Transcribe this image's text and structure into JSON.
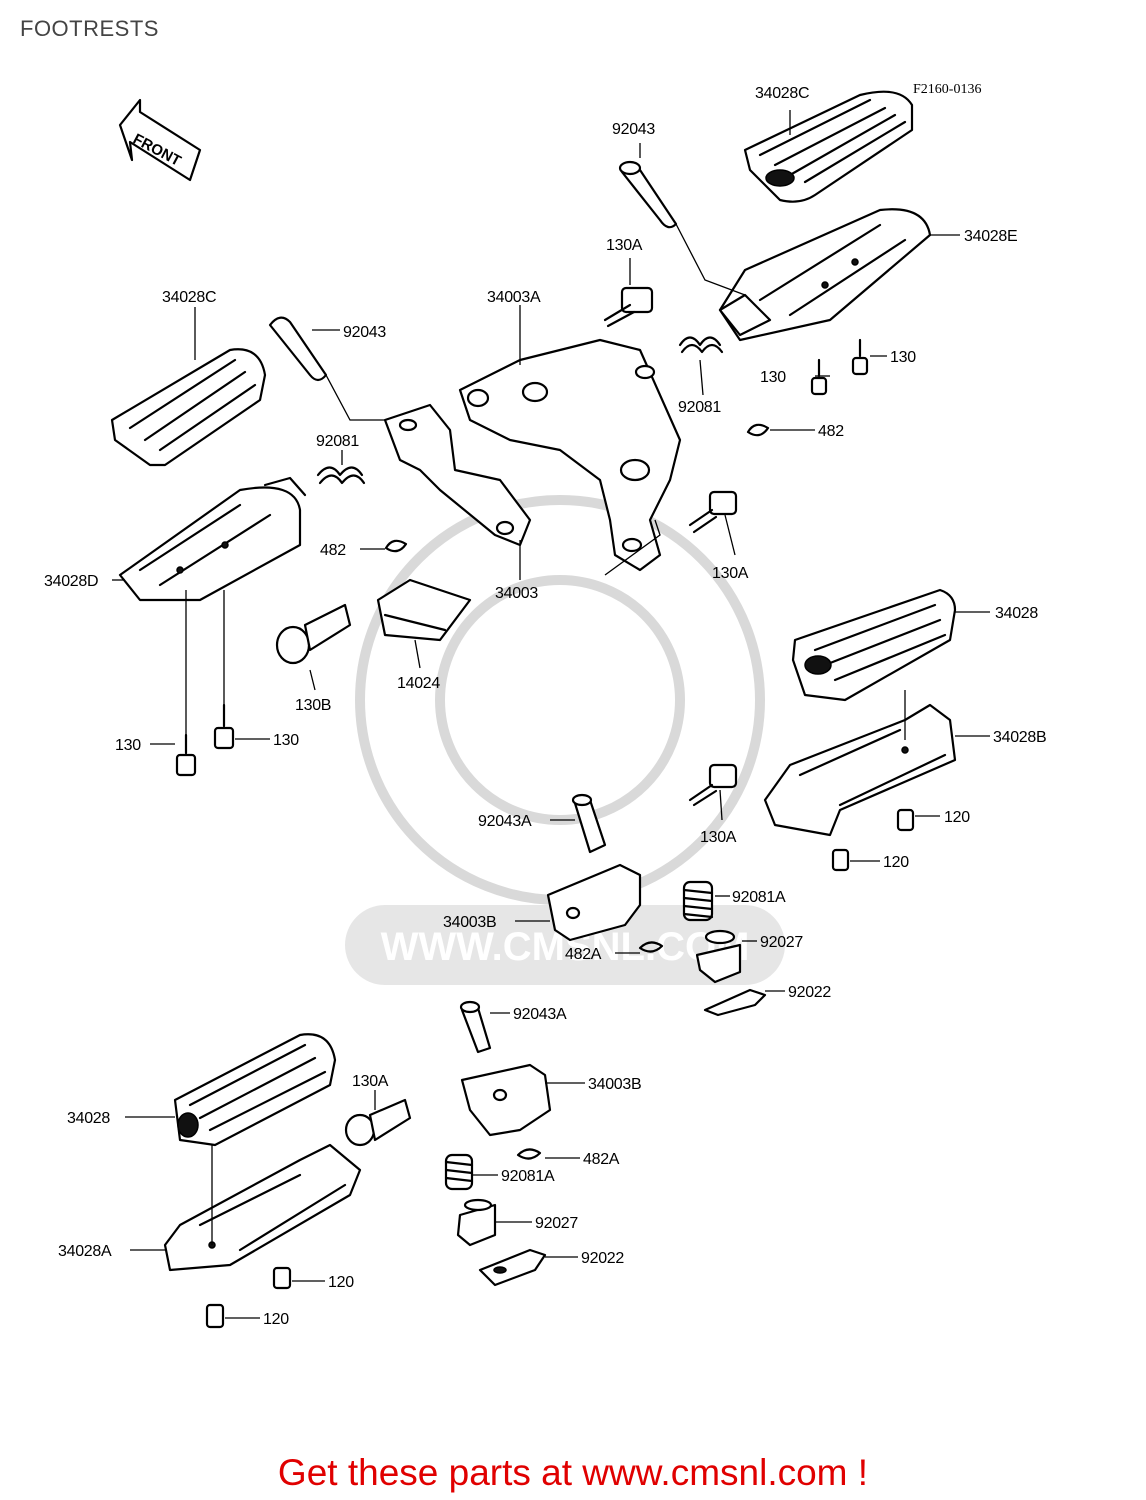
{
  "page": {
    "title": "FOOTRESTS",
    "footer": "Get these parts at www.cmsnl.com !"
  },
  "diagram": {
    "code": "F2160-0136",
    "front_arrow": "FRONT",
    "watermark": "WWW.CMSNL.COM",
    "labels": {
      "p34028C_top": "34028C",
      "p92043_top": "92043",
      "p34028E": "34028E",
      "p130A_top": "130A",
      "p34003A": "34003A",
      "p34028C_left": "34028C",
      "p92043_left": "92043",
      "p92081_left": "92081",
      "p92081_right": "92081",
      "p130_r1": "130",
      "p130_r2": "130",
      "p482_right": "482",
      "p482_left": "482",
      "p34028D": "34028D",
      "p34003": "34003",
      "p130A_mid": "130A",
      "p34028_right": "34028",
      "p130B": "130B",
      "p14024": "14024",
      "p130_l1": "130",
      "p130_l2": "130",
      "p34028B": "34028B",
      "p120_r1": "120",
      "p120_r2": "120",
      "p92043A_mid": "92043A",
      "p130A_lower": "130A",
      "p92081A_mid": "92081A",
      "p34003B_mid": "34003B",
      "p92027_mid": "92027",
      "p482A_mid": "482A",
      "p92022_mid": "92022",
      "p92043A_low": "92043A",
      "p130A_bottom": "130A",
      "p34003B_low": "34003B",
      "p34028_left": "34028",
      "p482A_low": "482A",
      "p92081A_low": "92081A",
      "p92027_low": "92027",
      "p34028A": "34028A",
      "p92022_low": "92022",
      "p120_l1": "120",
      "p120_l2": "120"
    }
  }
}
